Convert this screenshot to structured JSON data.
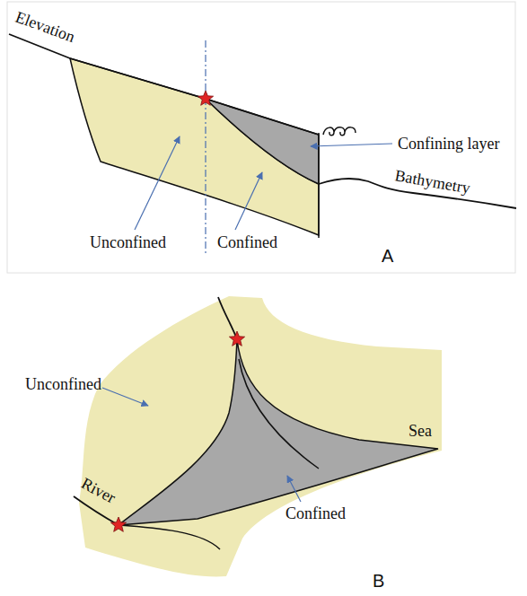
{
  "diagram": {
    "labels": [
      "Elevation",
      "Bathymetry",
      "Confining layer",
      "Unconfined",
      "Confined",
      "A",
      "Unconfined",
      "River",
      "Confined",
      "Sea",
      "B"
    ]
  }
}
